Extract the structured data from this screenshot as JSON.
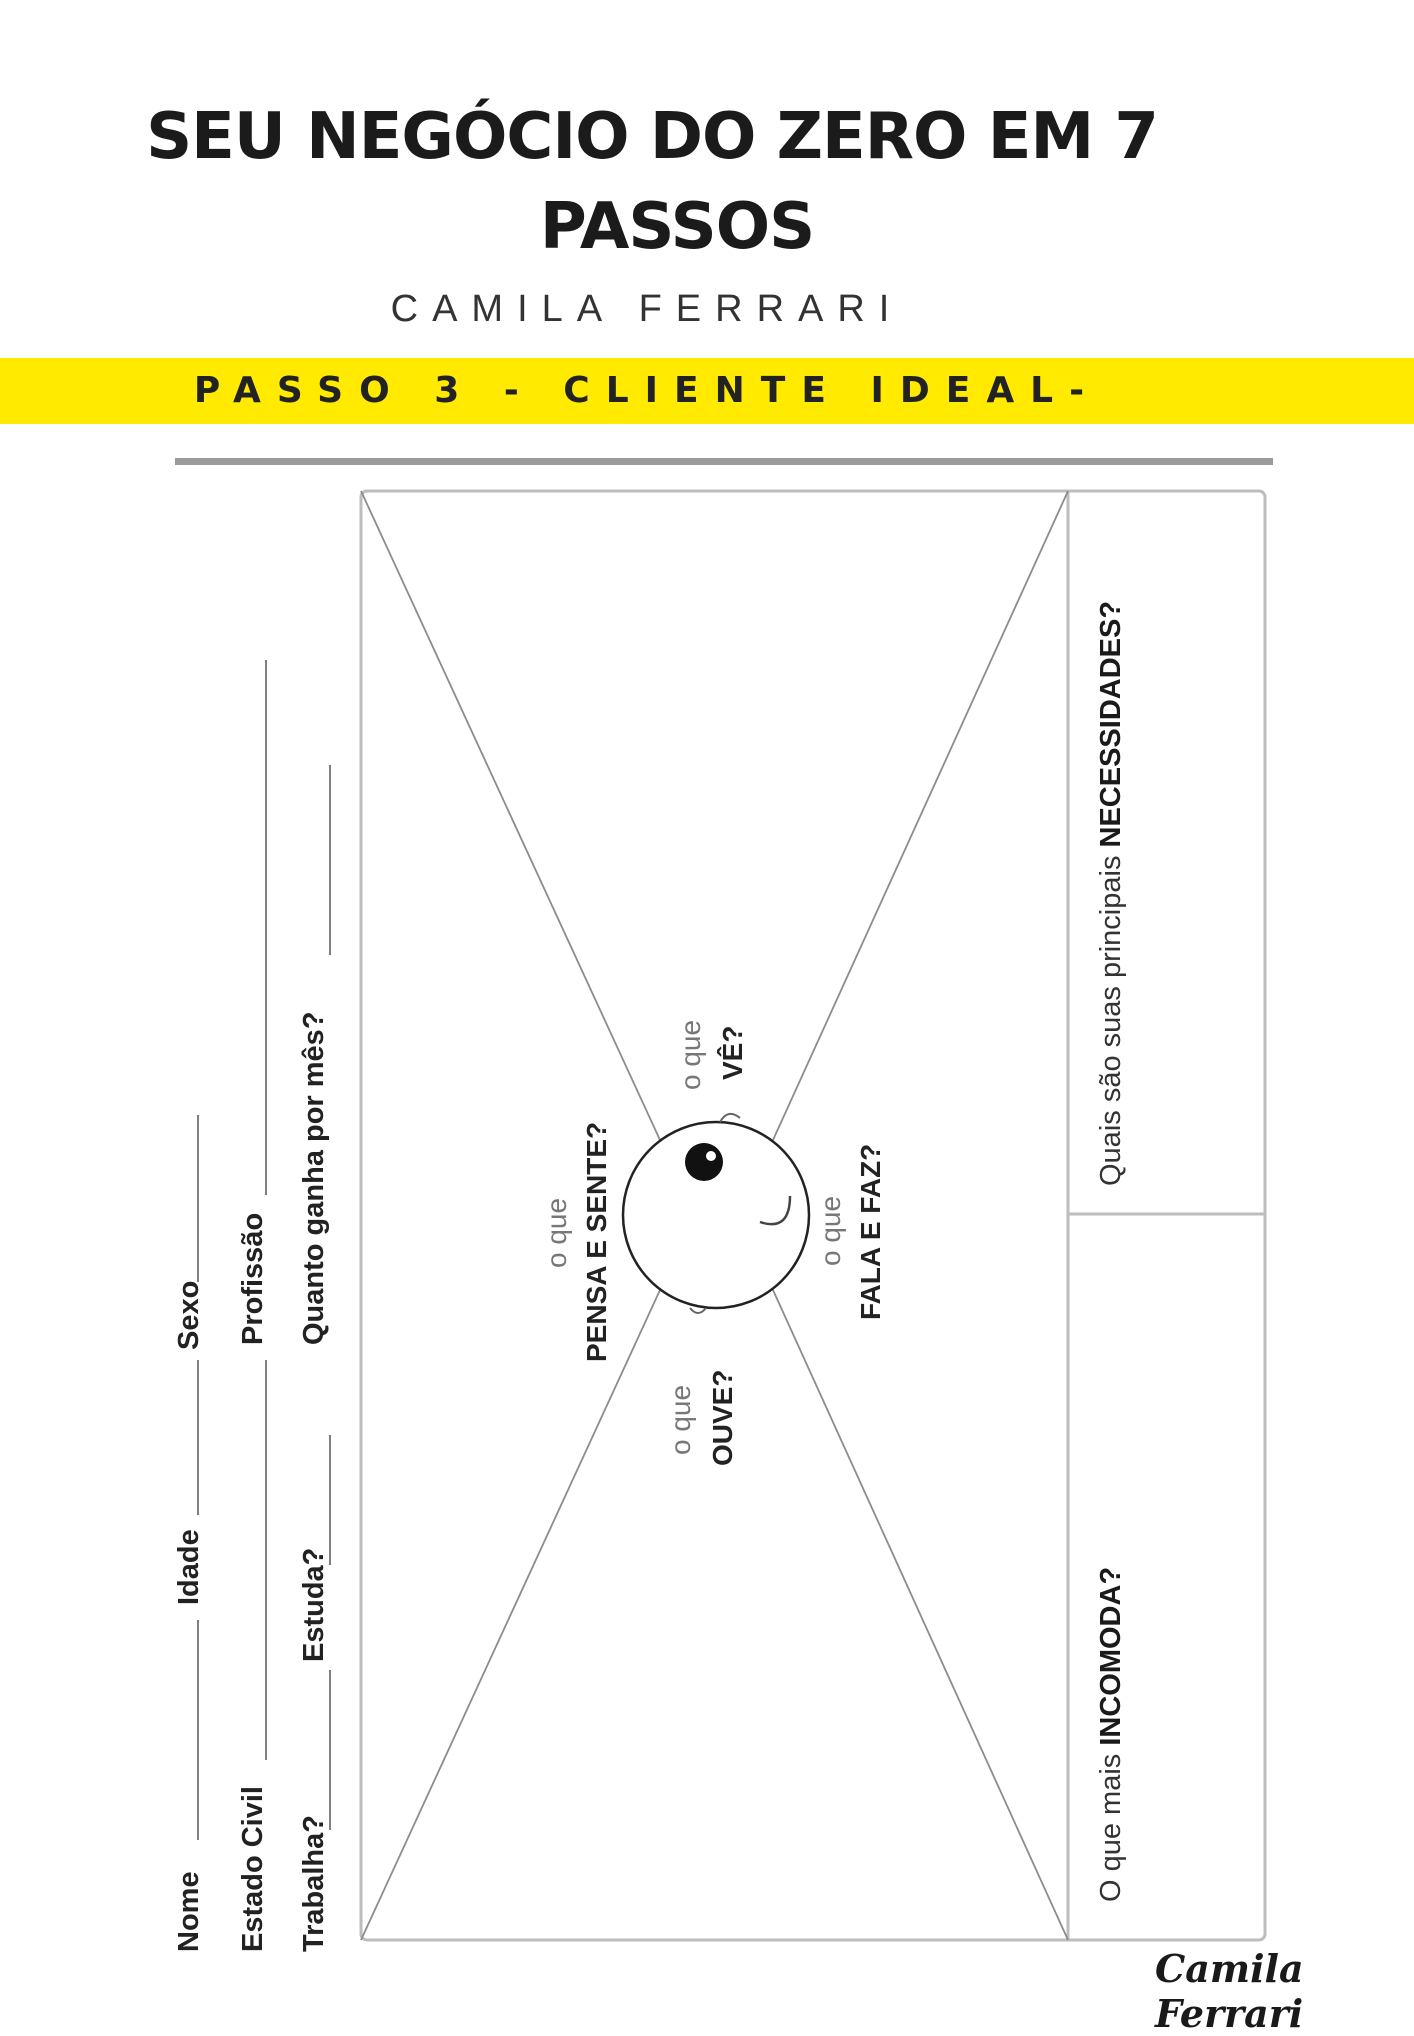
{
  "header": {
    "title_line1": "SEU NEGÓCIO DO ZERO EM 7",
    "title_line2": "PASSOS",
    "author": "CAMILA FERRARI"
  },
  "banner": {
    "label": "PASSO 3 - CLIENTE IDEAL-",
    "color": "#ffea00"
  },
  "profile_fields": {
    "nome": "Nome",
    "idade": "Idade",
    "sexo": "Sexo",
    "estado_civil": "Estado Civil",
    "profissao": "Profissão",
    "trabalha": "Trabalha?",
    "estuda": "Estuda?",
    "quanto_ganha": "Quanto ganha por mês?"
  },
  "empathy_map": {
    "prefix": "o que",
    "pensa": "PENSA E SENTE?",
    "ve": "VÊ?",
    "fala": "FALA E FAZ?",
    "ouve": "OUVE?"
  },
  "side_questions": {
    "necessidades_prefix": "Quais são suas principais ",
    "necessidades_bold": "NECESSIDADES?",
    "incomoda_prefix": "O que mais ",
    "incomoda_bold": "INCOMODA?"
  },
  "signature": "Camila Ferrari"
}
